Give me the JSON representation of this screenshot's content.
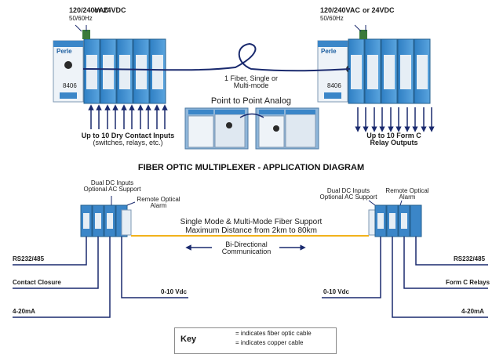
{
  "top_left_power": [
    "120/240VAC",
    "50/60Hz"
  ],
  "top_left_dc": "or 24VDC",
  "top_right_power": [
    "120/240VAC",
    "50/60Hz"
  ],
  "top_right_dc": "or 24VDC",
  "fiber_label": [
    "1 Fiber, Single or",
    "Multi-mode"
  ],
  "p2p_title": "Point to Point Analog",
  "inputs_label": [
    "Up to 10 Dry Contact Inputs",
    "(switches, relays, etc.)"
  ],
  "outputs_label": [
    "Up to 10 Form C",
    "Relay Outputs"
  ],
  "diagram_title": "FIBER OPTIC MULTIPLEXER - APPLICATION DIAGRAM",
  "left_dual_dc": [
    "Dual DC Inputs",
    "Optional AC Support"
  ],
  "left_alarm": [
    "Remote Optical",
    "Alarm"
  ],
  "right_dual_dc": [
    "Dual DC Inputs",
    "Optional AC Support"
  ],
  "right_alarm": [
    "Remote Optical",
    "Alarm"
  ],
  "fiber_support": [
    "Single Mode & Multi-Mode Fiber Support",
    "Maximum Distance from 2km to 80km"
  ],
  "bidirectional": [
    "Bi-Directional",
    "Communication"
  ],
  "left_signals": [
    "RS232/485",
    "Contact Closure",
    "4-20mA",
    "0-10 Vdc"
  ],
  "right_signals": [
    "RS232/485",
    "Form C Relays",
    "4-20mA",
    "0-10 Vdc"
  ],
  "key": {
    "title": "Key",
    "fiber": "= indicates fiber optic cable",
    "copper": "= indicates copper cable",
    "fiber_color": "#f2b21b",
    "copper_color": "#1a2a6e"
  },
  "module_logo": "Perle",
  "module_model": "8406"
}
